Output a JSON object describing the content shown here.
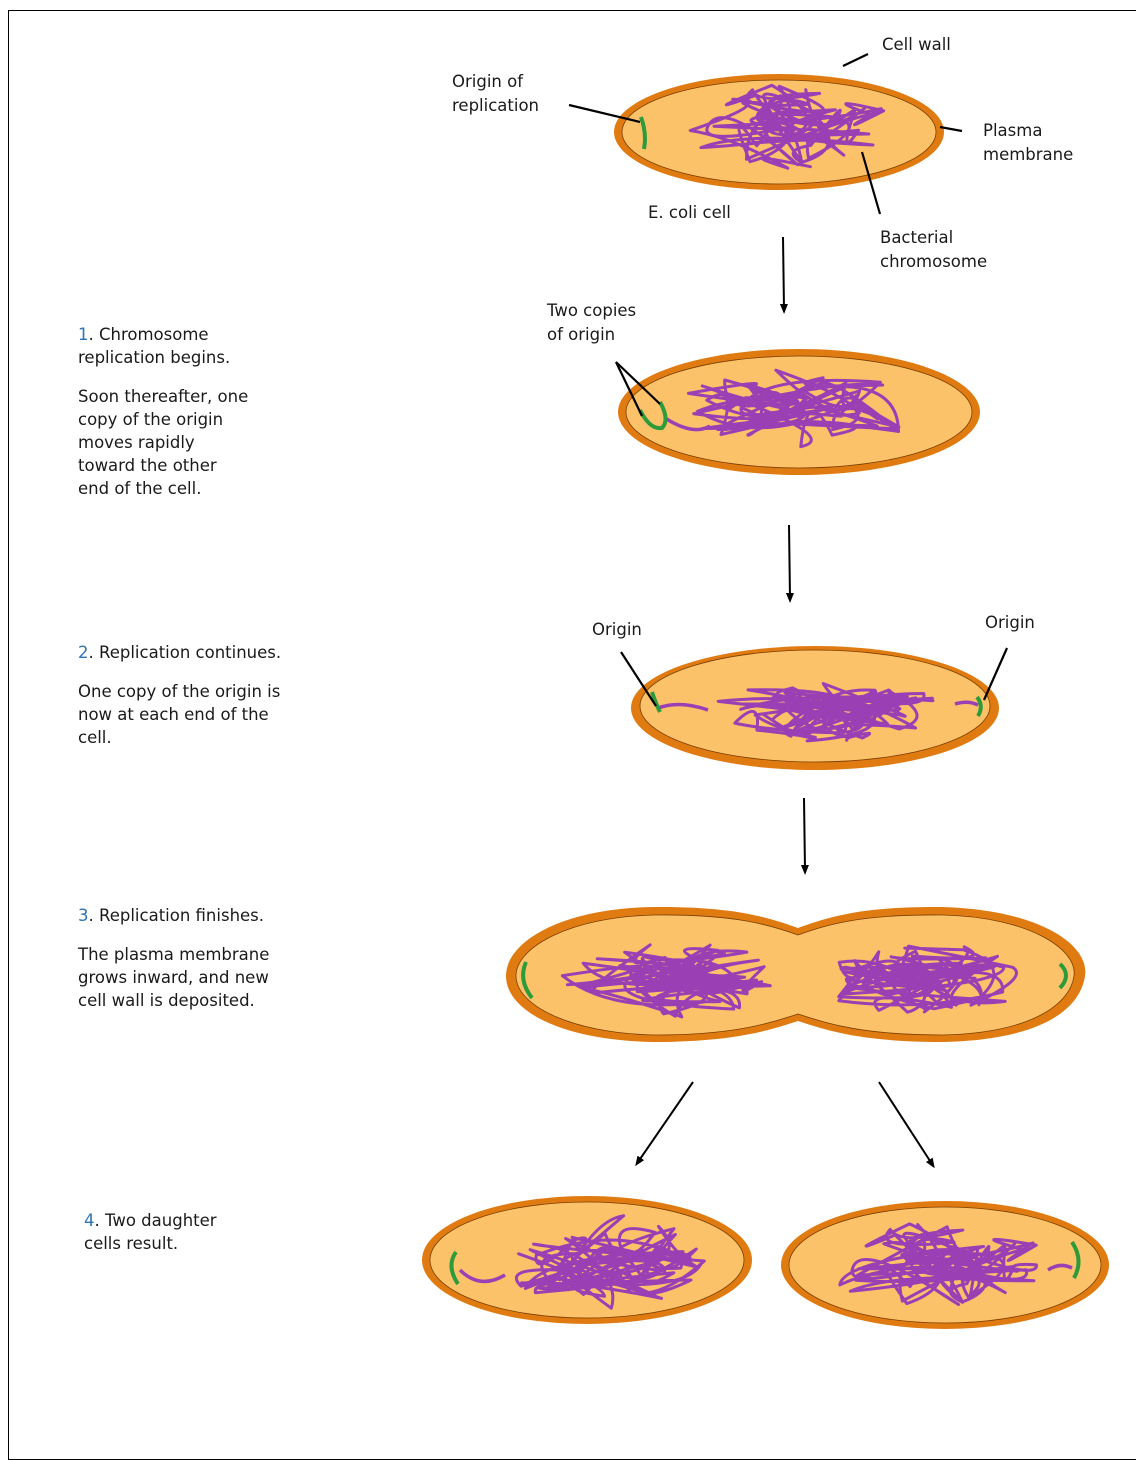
{
  "labels": {
    "cell_wall": "Cell wall",
    "origin_of_replication": [
      "Origin of",
      "replication"
    ],
    "plasma_membrane": [
      "Plasma",
      "membrane"
    ],
    "ecoli_cell": "E. coli cell",
    "bacterial_chromosome": [
      "Bacterial",
      "chromosome"
    ],
    "two_copies_of_origin": [
      "Two copies",
      "of origin"
    ],
    "origin_left": "Origin",
    "origin_right": "Origin"
  },
  "steps": [
    {
      "number": "1",
      "title": ". Chromosome\nreplication begins.",
      "detail": "Soon thereafter, one\ncopy of the origin\nmoves rapidly\ntoward the other\nend of the cell."
    },
    {
      "number": "2",
      "title": ". Replication continues.",
      "detail": "One copy of the origin is\nnow at each end of the\ncell."
    },
    {
      "number": "3",
      "title": ". Replication finishes.",
      "detail": "The plasma membrane\ngrows inward, and new\ncell wall is deposited."
    },
    {
      "number": "4",
      "title": ". Two daughter\ncells result.",
      "detail": ""
    }
  ],
  "colors": {
    "cell_wall": "#e07b12",
    "cytoplasm": "#fcc26a",
    "chromosome": "#9b3fb5",
    "origin": "#2e9b3a",
    "step_number": "#2e74b5"
  }
}
